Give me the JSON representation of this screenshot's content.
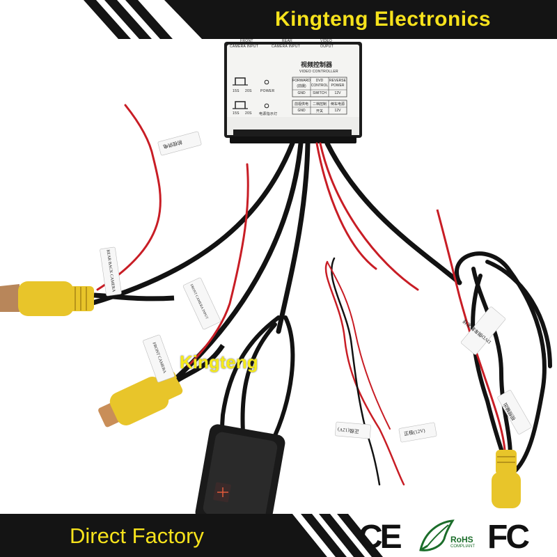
{
  "header": {
    "brand": "Kingteng Electronics"
  },
  "footer": {
    "slogan": "Direct Factory",
    "certs": {
      "ce": "CE",
      "rohs": "RoHS",
      "rohs_sub": "COMPLIANT",
      "fc": "FC"
    }
  },
  "watermark": "Kingteng",
  "module": {
    "port_front": "FRONT",
    "port_front_sub": "CAMERA INPUT",
    "port_rear": "REAR",
    "port_rear_sub": "CAMERA INPUT",
    "port_video": "VIDEO",
    "port_video_sub": "OUPUT",
    "title_cn": "视频控制器",
    "title_en": "VIDEO CONTROLLER",
    "row1": [
      "FORWARD",
      "DVD",
      "REVERSE"
    ],
    "row1b": [
      "(前摄)",
      "CONTROL",
      "POWER"
    ],
    "row1c": [
      "GND",
      "SWITCH",
      "12V"
    ],
    "row2": [
      "前视供电",
      "二档控制",
      "倒车电源"
    ],
    "row2c": [
      "GND",
      "开关",
      "12V"
    ],
    "timer_a": "15S",
    "timer_b": "20S",
    "power": "POWER",
    "timer_c": "15S",
    "timer_d": "20S",
    "power_cn": "电源指示灯"
  },
  "tags": {
    "t1": "前视供电",
    "t2": "REAR BACK CAMERA",
    "t3": "FRONT CAMERA INPUT",
    "t4": "FRONT CAMERA",
    "t5": "DVD倒车触发线",
    "t6": "视频输出",
    "t7": "正极(12V)",
    "t8": "正极(12V)"
  }
}
